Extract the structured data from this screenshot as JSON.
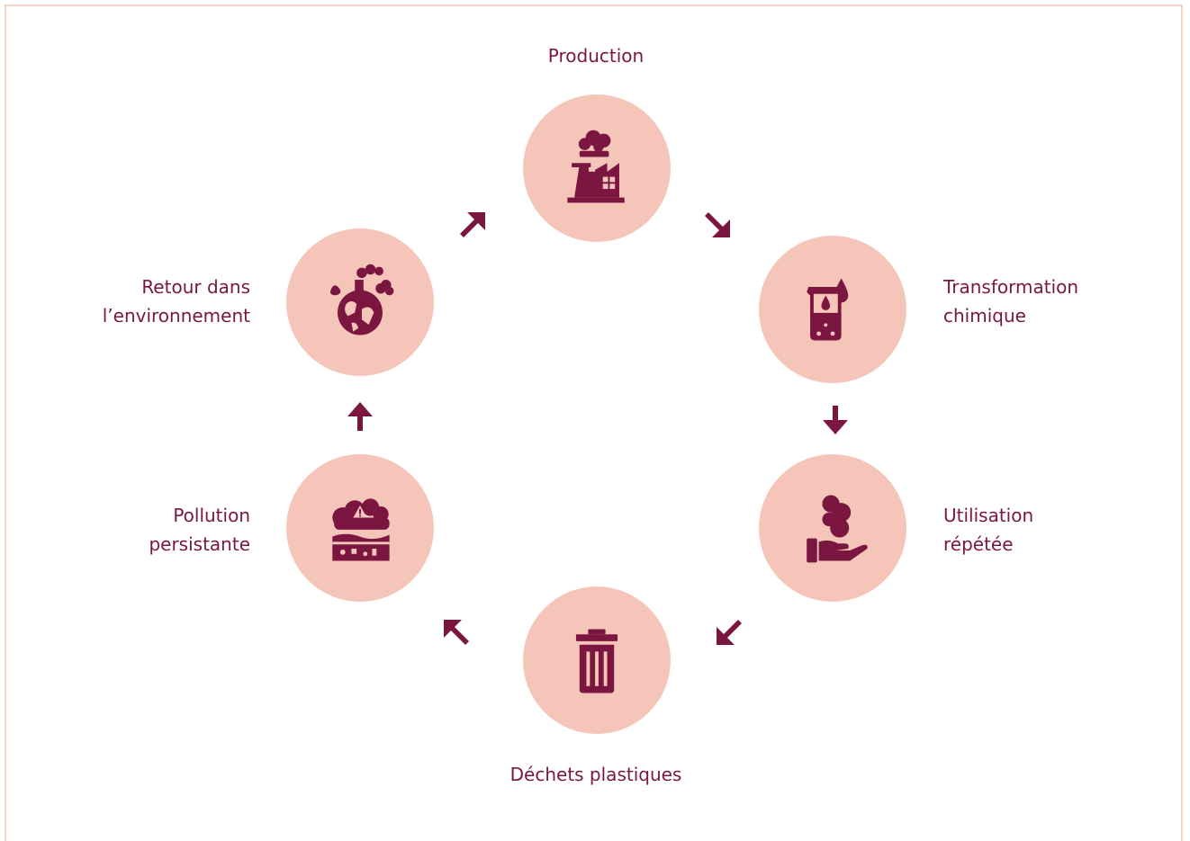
{
  "stages": {
    "production": {
      "label": "Production",
      "icon": "factory-icon"
    },
    "transformation": {
      "line1": "Transformation",
      "line2": "chimique",
      "icon": "beaker-icon"
    },
    "utilisation": {
      "line1": "Utilisation",
      "line2": "répétée",
      "icon": "hand-holding-icon"
    },
    "dechets": {
      "label": "Déchets plastiques",
      "icon": "trash-can-icon"
    },
    "pollution": {
      "line1": "Pollution",
      "line2": "persistante",
      "icon": "polluted-ground-icon"
    },
    "retour": {
      "line1": "Retour dans",
      "line2": "l’environnement",
      "icon": "polluted-earth-icon"
    }
  },
  "colors": {
    "accent": "#7a1640",
    "circle_fill": "#f6c5b9",
    "border": "#f7d2c6"
  }
}
